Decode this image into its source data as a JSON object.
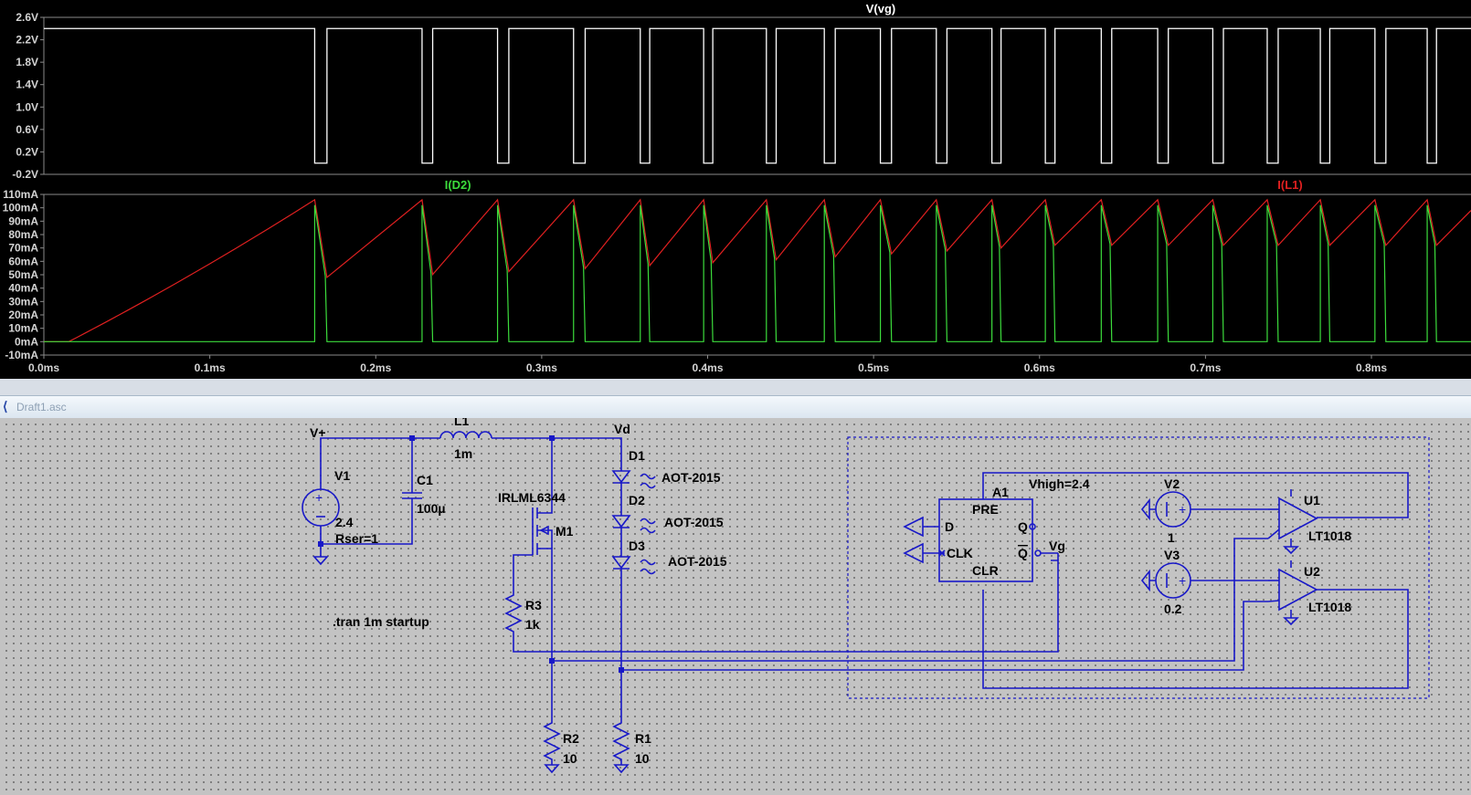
{
  "plot": {
    "pane1": {
      "trace": "V(vg)",
      "trace_color": "#ffffff",
      "y_ticks": [
        "2.6V",
        "2.2V",
        "1.8V",
        "1.4V",
        "1.0V",
        "0.6V",
        "0.2V",
        "-0.2V"
      ],
      "y_values": [
        2.6,
        2.2,
        1.8,
        1.4,
        1.0,
        0.6,
        0.2,
        -0.2
      ]
    },
    "pane2": {
      "traces": [
        {
          "name": "I(D2)",
          "color": "#3cdc3c"
        },
        {
          "name": "I(L1)",
          "color": "#e02020"
        }
      ],
      "y_ticks": [
        "110mA",
        "100mA",
        "90mA",
        "80mA",
        "70mA",
        "60mA",
        "50mA",
        "40mA",
        "30mA",
        "20mA",
        "10mA",
        "0mA",
        "-10mA"
      ],
      "y_values": [
        110,
        100,
        90,
        80,
        70,
        60,
        50,
        40,
        30,
        20,
        10,
        0,
        -10
      ]
    },
    "x_ticks": [
      "0.0ms",
      "0.1ms",
      "0.2ms",
      "0.3ms",
      "0.4ms",
      "0.5ms",
      "0.6ms",
      "0.7ms",
      "0.8ms"
    ],
    "x_values": [
      0,
      0.1,
      0.2,
      0.3,
      0.4,
      0.5,
      0.6,
      0.7,
      0.8
    ],
    "x_range_ms": [
      0,
      0.86
    ],
    "low_edges_ms": [
      0.1632,
      0.2279,
      0.2734,
      0.3192,
      0.3594,
      0.3976,
      0.4354,
      0.4703,
      0.5041,
      0.5378,
      0.5713,
      0.6035,
      0.6372,
      0.6712,
      0.7044,
      0.7372,
      0.7692,
      0.8021,
      0.8336
    ],
    "high_edges_ms": [
      0.1706,
      0.2343,
      0.2802,
      0.3262,
      0.3651,
      0.4031,
      0.4413,
      0.4769,
      0.5108,
      0.5442,
      0.5768,
      0.6093,
      0.6435,
      0.6776,
      0.7108,
      0.7438,
      0.7749,
      0.8087,
      0.8392
    ],
    "vg_high": 2.4,
    "vg_low": 0
  },
  "tab": {
    "title": "Draft1.asc"
  },
  "schematic": {
    "net_vplus": "V+",
    "net_vd": "Vd",
    "net_vg": "Vg",
    "v1": {
      "name": "V1",
      "value": "2.4",
      "rser": "Rser=1"
    },
    "c1": {
      "name": "C1",
      "value": "100µ"
    },
    "l1": {
      "name": "L1",
      "value": "1m"
    },
    "m1": {
      "name": "M1",
      "model": "IRLML6344"
    },
    "r3": {
      "name": "R3",
      "value": "1k"
    },
    "r2": {
      "name": "R2",
      "value": "10"
    },
    "r1": {
      "name": "R1",
      "value": "10"
    },
    "d1": {
      "name": "D1",
      "model": "AOT-2015"
    },
    "d2": {
      "name": "D2",
      "model": "AOT-2015"
    },
    "d3": {
      "name": "D3",
      "model": "AOT-2015"
    },
    "directive": ".tran 1m startup",
    "a1": {
      "name": "A1",
      "param": "Vhigh=2.4",
      "pin_pre": "PRE",
      "pin_d": "D",
      "pin_clk": "CLK",
      "pin_q": "Q",
      "pin_qbar": "Q",
      "pin_clr": "CLR"
    },
    "v2": {
      "name": "V2",
      "value": "1"
    },
    "v3": {
      "name": "V3",
      "value": "0.2"
    },
    "u1": {
      "name": "U1",
      "model": "LT1018"
    },
    "u2": {
      "name": "U2",
      "model": "LT1018"
    }
  }
}
